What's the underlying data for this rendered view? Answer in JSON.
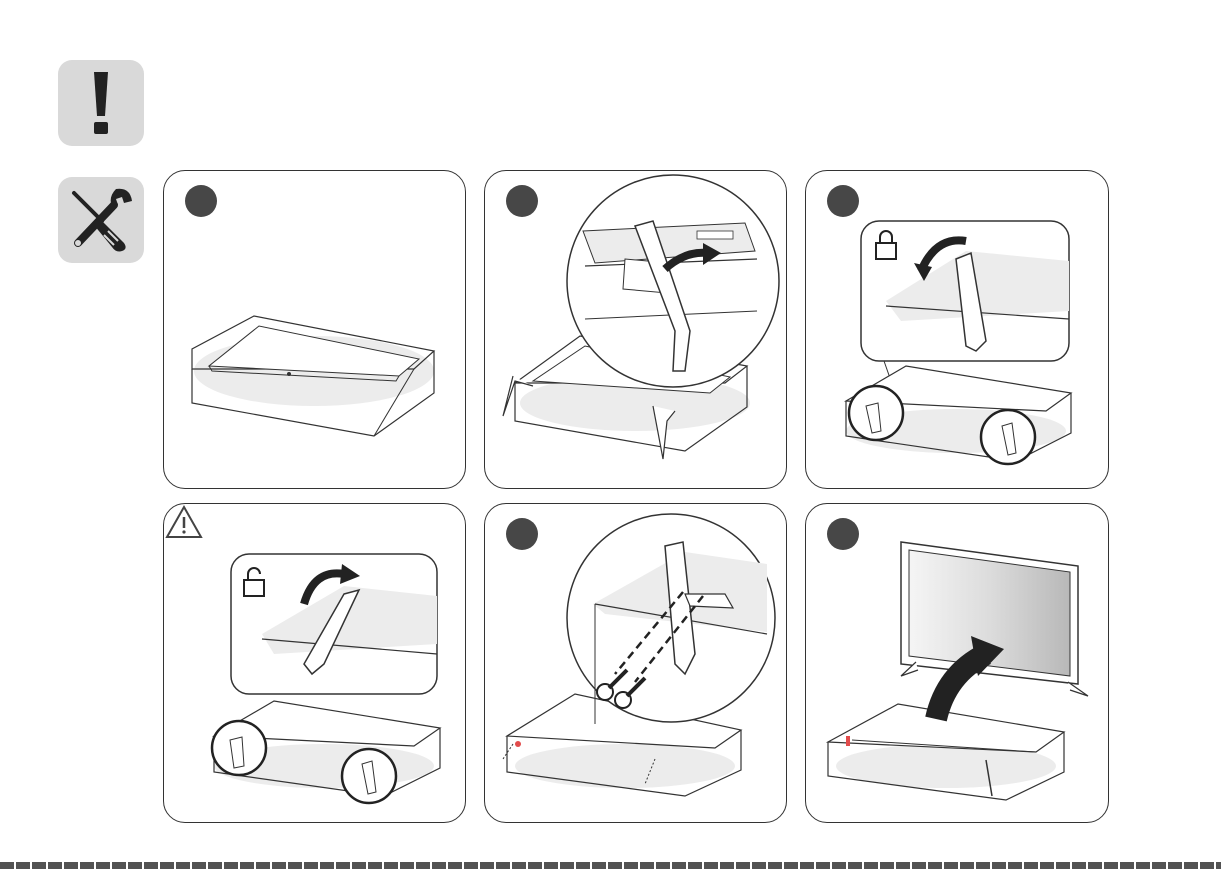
{
  "notice_icon": "exclamation-icon",
  "tools_icon": "tools-icon",
  "panels": [
    {
      "id": "step1",
      "badge": "",
      "scene": "tv-face-down-on-box"
    },
    {
      "id": "step2",
      "badge": "",
      "scene": "attach-stand-a"
    },
    {
      "id": "step3",
      "badge": "",
      "scene": "lock-stands"
    },
    {
      "id": "step-caution",
      "badge": "",
      "scene": "unlock-stands",
      "icon": "warning-triangle-icon"
    },
    {
      "id": "step4",
      "badge": "",
      "scene": "insert-screws"
    },
    {
      "id": "step5",
      "badge": "",
      "scene": "lift-tv-upright"
    }
  ],
  "colors": {
    "badge": "#474747",
    "icon_bg": "#d9d9d9",
    "outline": "#333333",
    "accent": "#e24b4b"
  }
}
